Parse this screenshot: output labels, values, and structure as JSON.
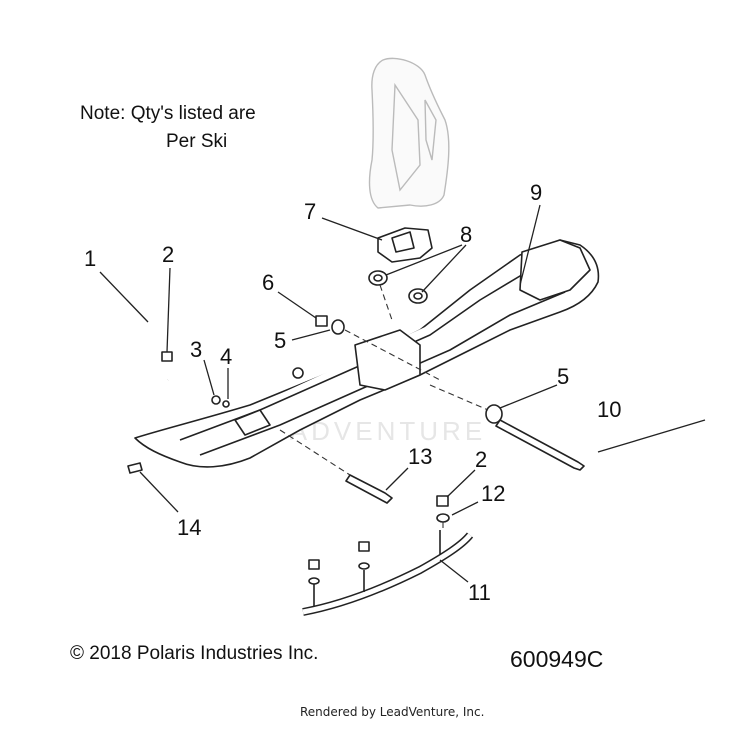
{
  "note": {
    "line1": "Note: Qty's listed are",
    "line2": "Per Ski"
  },
  "copyright": "© 2018 Polaris Industries Inc.",
  "drawing_number": "600949C",
  "rendered_by": "Rendered by LeadVenture, Inc.",
  "watermark": "LEADVENTURE",
  "callouts": {
    "c1": "1",
    "c2a": "2",
    "c2b": "2",
    "c3": "3",
    "c4": "4",
    "c5a": "5",
    "c5b": "5",
    "c6": "6",
    "c7": "7",
    "c8": "8",
    "c9": "9",
    "c10": "10",
    "c11": "11",
    "c12": "12",
    "c13": "13",
    "c14": "14"
  }
}
